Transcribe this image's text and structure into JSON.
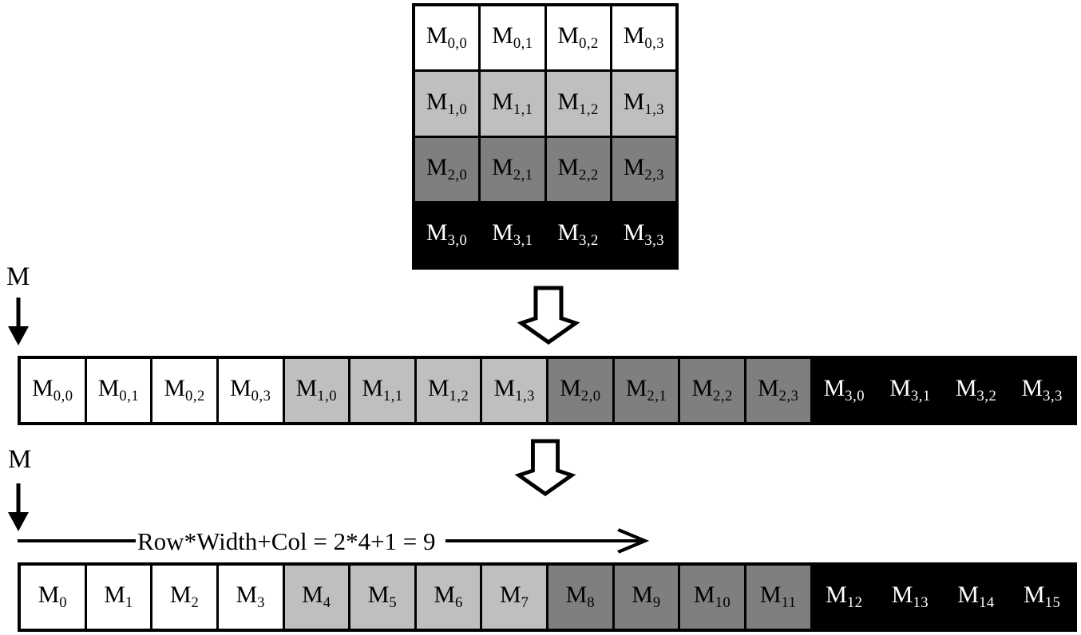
{
  "colors": {
    "background": "#ffffff",
    "border": "#000000",
    "row_white": "#ffffff",
    "row_light_gray": "#bfbfbf",
    "row_mid_gray": "#7f7f7f",
    "row_black": "#000000",
    "text_dark": "#000000",
    "text_light": "#ffffff"
  },
  "shade_order": [
    "#ffffff",
    "#bfbfbf",
    "#7f7f7f",
    "#000000"
  ],
  "cell_base": "M",
  "matrix": {
    "rows": 4,
    "cols": 4,
    "cells": [
      [
        "0,0",
        "0,1",
        "0,2",
        "0,3"
      ],
      [
        "1,0",
        "1,1",
        "1,2",
        "1,3"
      ],
      [
        "2,0",
        "2,1",
        "2,2",
        "2,3"
      ],
      [
        "3,0",
        "3,1",
        "3,2",
        "3,3"
      ]
    ]
  },
  "row_major_array": {
    "pointer_label": "M",
    "cells": [
      "0,0",
      "0,1",
      "0,2",
      "0,3",
      "1,0",
      "1,1",
      "1,2",
      "1,3",
      "2,0",
      "2,1",
      "2,2",
      "2,3",
      "3,0",
      "3,1",
      "3,2",
      "3,3"
    ]
  },
  "linear_array": {
    "pointer_label": "M",
    "formula": "Row*Width+Col = 2*4+1 = 9",
    "cells": [
      "0",
      "1",
      "2",
      "3",
      "4",
      "5",
      "6",
      "7",
      "8",
      "9",
      "10",
      "11",
      "12",
      "13",
      "14",
      "15"
    ]
  }
}
